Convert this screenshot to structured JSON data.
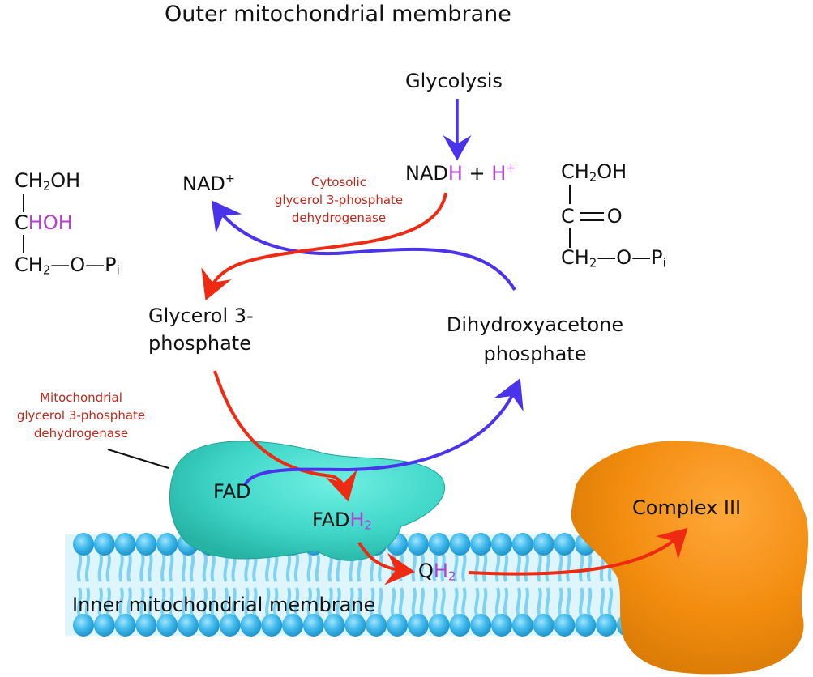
{
  "title": "Outer mitochondrial membrane",
  "colors": {
    "oxidation_arrow": "#ef2a12",
    "reduction_arrow": "#4a33ea",
    "hydrogen_highlight": "#b23fd0",
    "enzyme_label": "#c1271b",
    "mito_g3pdh": "#3fd6c8",
    "complex_iii": "#f28c0f",
    "membrane_head": "#3fb8ea",
    "membrane_tail": "#7fd3f2"
  },
  "labels": {
    "glycolysis": "Glycolysis",
    "nadh": "NAD",
    "nadh_h": "H",
    "plus": " + ",
    "h_plus_h": "H",
    "h_plus_sup": "+",
    "nad_plus": "NAD",
    "nad_plus_sup": "+",
    "cytosolic_enzyme": [
      "Cytosolic",
      "glycerol 3-phosphate",
      "dehydrogenase"
    ],
    "mito_enzyme": [
      "Mitochondrial",
      "glycerol 3-phosphate",
      "dehydrogenase"
    ],
    "glycerol3p": [
      "Glycerol 3-",
      "phosphate"
    ],
    "dhap": [
      "Dihydroxyacetone",
      "phosphate"
    ],
    "fad": "FAD",
    "fadh2_base": "FAD",
    "fadh2_h": "H",
    "fadh2_sub": "2",
    "qh2_base": "Q",
    "qh2_h": "H",
    "qh2_sub": "2",
    "complex_iii": "Complex III",
    "inner_membrane": "Inner mitochondrial membrane"
  },
  "g3p_structure": {
    "row1": [
      "CH",
      "2",
      "OH"
    ],
    "row2_c": "C",
    "row2_hoh": "HOH",
    "row3": [
      "CH",
      "2",
      "—",
      "O",
      "—",
      "P",
      "i"
    ]
  },
  "dhap_structure": {
    "row1": [
      "CH",
      "2",
      "OH"
    ],
    "row2": [
      "C",
      "O"
    ],
    "row3": [
      "CH",
      "2",
      "—",
      "O",
      "—",
      "P",
      "i"
    ]
  }
}
